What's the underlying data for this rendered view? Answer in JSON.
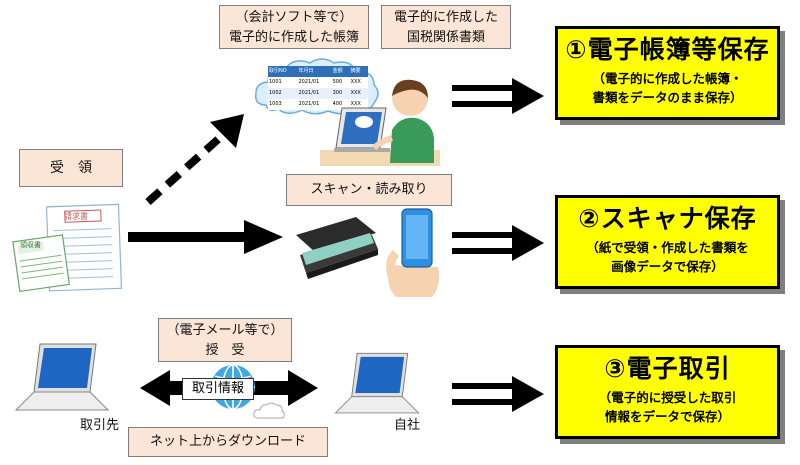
{
  "labels": {
    "receive": "受　領",
    "accounting_software": "（会計ソフト等で）\n電子的に作成した帳簿",
    "tax_docs": "電子的に作成した\n国税関係書類",
    "scan_read": "スキャン・読み取り",
    "email": "（電子メール等で）\n授　受",
    "download": "ネット上からダウンロード",
    "transaction_info": "取引情報",
    "partner": "取引先",
    "self_company": "自社",
    "invoice_doc": "請求書",
    "receipt_doc": "領収書"
  },
  "boxes": [
    {
      "title": "①電子帳簿等保存",
      "subtitle": "（電子的に作成した帳簿・\n書類をデータのまま保存）"
    },
    {
      "title": "②スキャナ保存",
      "subtitle": "（紙で受領・作成した書類を\n画像データで保存）"
    },
    {
      "title": "③電子取引",
      "subtitle": "（電子的に授受した取引\n情報をデータで保存）"
    }
  ],
  "cloud_table": {
    "headers": [
      "取引NO",
      "年月日",
      "金額",
      "摘要"
    ],
    "rows": [
      [
        "1001",
        "2021/01",
        "500",
        "XXX"
      ],
      [
        "1002",
        "2021/01",
        "300",
        "XXX"
      ],
      [
        "1003",
        "2021/01",
        "400",
        "XXX"
      ]
    ]
  },
  "colors": {
    "box_fill": "#ffff00",
    "label_fill": "#fbe5d6",
    "shadow": "#7f7f7f"
  }
}
